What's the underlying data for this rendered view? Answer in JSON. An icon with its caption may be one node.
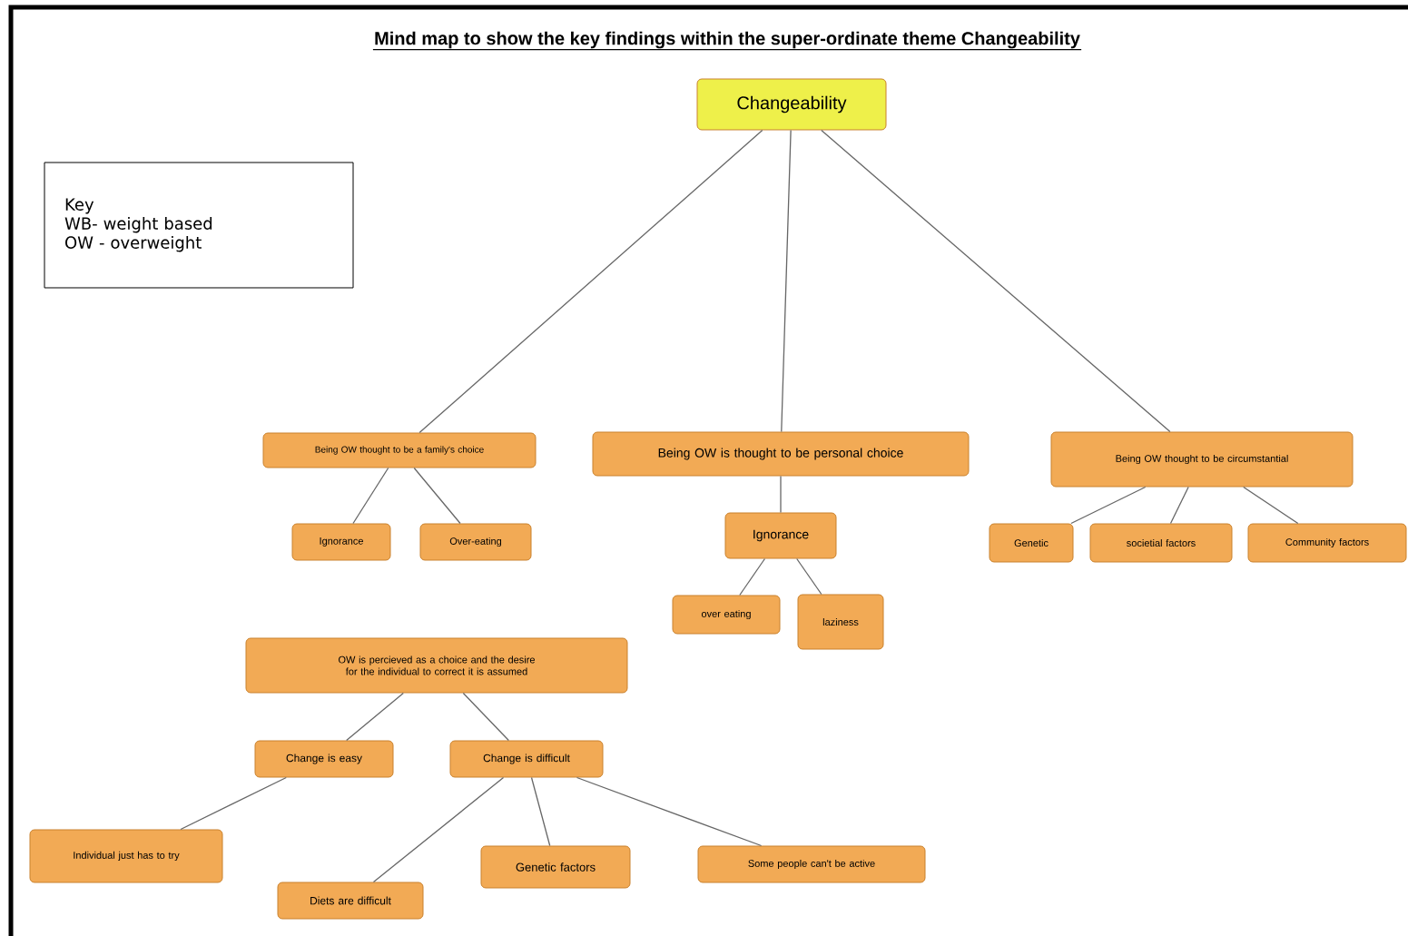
{
  "diagram": {
    "title": "Mind map to show the key findings within the super-ordinate theme Changeability",
    "nodes": [
      {
        "text": [
          "Changeability"
        ]
      },
      {
        "text": [
          "Being OW thought to be a family's choice"
        ]
      },
      {
        "text": [
          "Ignorance"
        ]
      },
      {
        "text": [
          "Over-eating"
        ]
      },
      {
        "text": [
          "Being OW is thought to be personal choice"
        ]
      },
      {
        "text": [
          "Ignorance"
        ]
      },
      {
        "text": [
          "over eating"
        ]
      },
      {
        "text": [
          "laziness"
        ]
      },
      {
        "text": [
          "Being OW thought to be circumstantial"
        ]
      },
      {
        "text": [
          "Genetic"
        ]
      },
      {
        "text": [
          "societial factors"
        ]
      },
      {
        "text": [
          "Community factors"
        ]
      },
      {
        "text": [
          "OW is percieved as a choice and the desire for the individual to correct it is assumed"
        ]
      },
      {
        "text": [
          "Change is easy"
        ]
      },
      {
        "text": [
          "Change is difficult"
        ]
      },
      {
        "text": [
          "Individual just has to try"
        ]
      },
      {
        "text": [
          "Diets are difficult"
        ]
      },
      {
        "text": [
          "Genetic factors"
        ]
      },
      {
        "text": [
          "Some people can't be active"
        ]
      },
      {
        "text": [
          "Key",
          "WB- weight based",
          "OW - overweight"
        ]
      }
    ],
    "edges": [
      {
        "from": 0,
        "to": 1,
        "arrow": "none"
      },
      {
        "from": 0,
        "to": 4,
        "arrow": "none"
      },
      {
        "from": 0,
        "to": 8,
        "arrow": "none"
      },
      {
        "from": 1,
        "to": 2,
        "arrow": "none"
      },
      {
        "from": 1,
        "to": 3,
        "arrow": "none"
      },
      {
        "from": 4,
        "to": 5,
        "arrow": "none"
      },
      {
        "from": 5,
        "to": 6,
        "arrow": "none"
      },
      {
        "from": 5,
        "to": 7,
        "arrow": "none"
      },
      {
        "from": 8,
        "to": 9,
        "arrow": "none"
      },
      {
        "from": 8,
        "to": 10,
        "arrow": "none"
      },
      {
        "from": 8,
        "to": 11,
        "arrow": "none"
      },
      {
        "from": 12,
        "to": 13,
        "arrow": "none"
      },
      {
        "from": 12,
        "to": 14,
        "arrow": "none"
      },
      {
        "from": 13,
        "to": 15,
        "arrow": "none"
      },
      {
        "from": 14,
        "to": 16,
        "arrow": "none"
      },
      {
        "from": 14,
        "to": 17,
        "arrow": "none"
      },
      {
        "from": 14,
        "to": 18,
        "arrow": "none"
      }
    ]
  }
}
